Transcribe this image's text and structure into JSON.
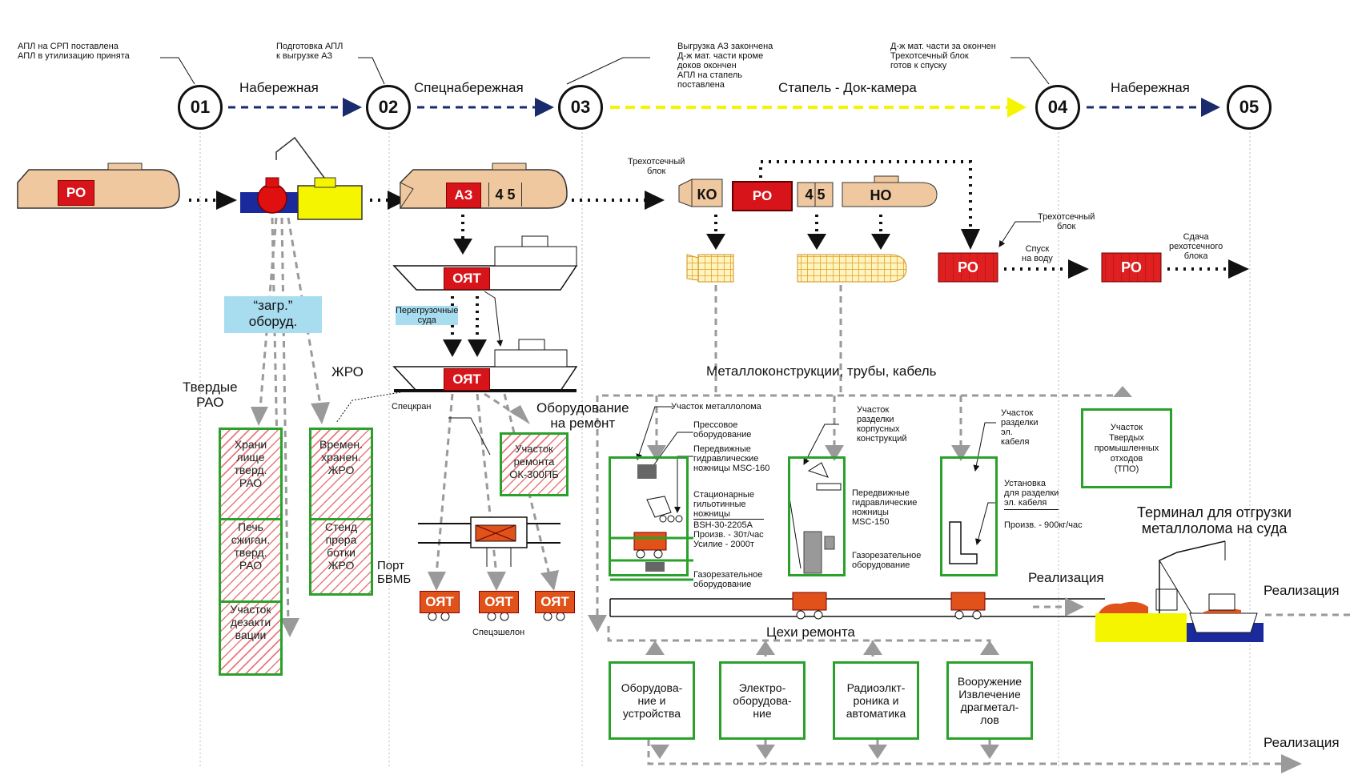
{
  "steps": [
    "01",
    "02",
    "03",
    "04",
    "05"
  ],
  "step_notes": {
    "s01": "АПЛ на СРП поставлена\nАПЛ в утилизацию принята",
    "s02": "Подготовка АПЛ\nк выгрузке АЗ",
    "s03": "Выгрузка АЗ закончена\nД-ж мат. части кроме\nдоков окончен\nАПЛ на стапель\nпоставлена",
    "s04": "Д-ж мат. части за окончен\nТрехотсечный блок\nготов к спуску"
  },
  "stages": {
    "st1": "Набережная",
    "st2": "Спецнабережная",
    "st3": "Стапель - Док-камера",
    "st4": "Набережная"
  },
  "blocks": {
    "ro": "РО",
    "az": "АЗ",
    "n45": "4 5",
    "ko": "КО",
    "no": "НО",
    "oyat": "ОЯТ"
  },
  "labels": {
    "three_block_top": "Трехотсечный\nблок",
    "three_block_right": "Трехотсечный\nблок",
    "launch": "Спуск\nна воду",
    "handover": "Сдача\nрехотсечного\nблока",
    "zagr": "“загр.”\nоборуд.",
    "solid_rao": "Твердые\nРАО",
    "zhro": "ЖРО",
    "transfer_ships": "Перегрузочные\nсуда",
    "crane": "Спецкран",
    "equipment_repair": "Оборудование\nна ремонт",
    "port": "Порт\nБВМБ",
    "echelon": "Спецэшелон",
    "metal": "Металлоконструкции, трубы, кабель",
    "scrap_area": "Участок металлолома",
    "press": "Прессовое\nоборудование",
    "hyd_shears": "Передвижные\nгидравлические\nножницы MSC-160",
    "guillotine": "Стационарные\nгильотинные\nножницы",
    "bsh": "BSH-30-2205А\nПроизв. - 30т/час\nУсилие - 2000т",
    "gas_cut1": "Газорезательное\nоборудование",
    "hull_cut": "Участок\nразделки\nкорпусных\nконструкций",
    "hyd_shears2": "Передвижные\nгидравлические\nножницы\nMSC-150",
    "gas_cut2": "Газорезательное\nоборудование",
    "cable_area": "Участок\nразделки\nэл.\nкабеля",
    "cable_install": "Установка\nдля разделки\nэл. кабеля",
    "cable_perf": "Произв. - 900кг/час",
    "terminal": "Терминал для отгрузки\nметаллолома на суда",
    "realization": "Реализация",
    "repair_shops": "Цехи ремонта"
  },
  "hatched_left": [
    "Храни\nлище\nтверд.\nРАО",
    "Печь\nсжиган.\nтверд.\nРАО",
    "Участок\nдезакти\nвации"
  ],
  "hatched_right": [
    "Времен.\nхранен.\nЖРО",
    "Стенд\nпрера\nботки\nЖРО"
  ],
  "repair_ok": "Участок\nремонта\nОК-300ПБ",
  "tpo": "Участок\nТвердых\nпромышленных\nотходов\n(ТПО)",
  "shops": [
    "Оборудова-\nние и\nустройства",
    "Электро-\nоборудова-\nние",
    "Радиоэлкт-\nроника и\nавтоматика",
    "Вооружение\nИзвлечение\nдрагметал-\nлов"
  ],
  "colors": {
    "red": "#d8141b",
    "green": "#2aa12a",
    "navy": "#1a2a6c",
    "yellow": "#f5f500",
    "hull": "#f0c8a0",
    "grey": "#9a9a9a",
    "lightblue": "#a8dcef"
  }
}
